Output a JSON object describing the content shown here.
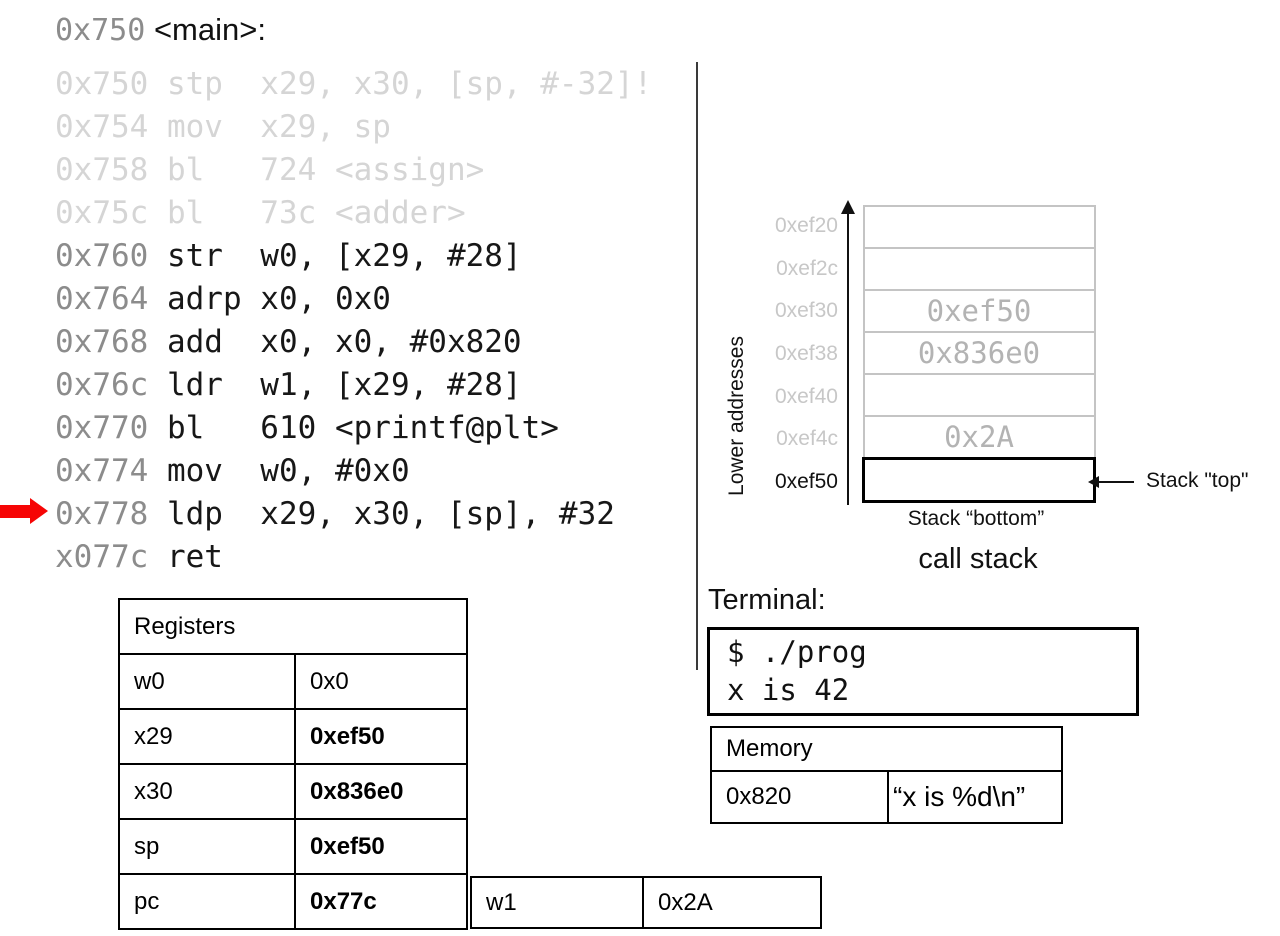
{
  "colors": {
    "muted_line": "#d5d5d5",
    "address_gray": "#8c8c8c",
    "code_black": "#171717",
    "stack_border_gray": "#c4c4c4",
    "stack_value_gray": "#b3b3b3",
    "stack_label_gray": "#c7c7c7",
    "table_header_bg": "#d9d9d9",
    "changed_value_red": "#ff0000",
    "current_arrow_red": "#f60505"
  },
  "icons": {
    "current_instruction_marker": "red-right-arrow",
    "stack_growth_direction": "up-arrow",
    "stack_top_pointer": "left-arrow"
  },
  "code_panel": {
    "title": {
      "address": "0x750",
      "symbol": "<main>:"
    },
    "lines": [
      {
        "address": "0x750",
        "code": "stp  x29, x30, [sp, #-32]!",
        "state": "executed"
      },
      {
        "address": "0x754",
        "code": "mov  x29, sp",
        "state": "executed"
      },
      {
        "address": "0x758",
        "code": "bl   724 <assign>",
        "state": "executed"
      },
      {
        "address": "0x75c",
        "code": "bl   73c <adder>",
        "state": "executed"
      },
      {
        "address": "0x760",
        "code": "str  w0, [x29, #28]",
        "state": "active"
      },
      {
        "address": "0x764",
        "code": "adrp x0, 0x0",
        "state": "active"
      },
      {
        "address": "0x768",
        "code": "add  x0, x0, #0x820",
        "state": "active"
      },
      {
        "address": "0x76c",
        "code": "ldr  w1, [x29, #28]",
        "state": "active"
      },
      {
        "address": "0x770",
        "code": "bl   610 <printf@plt>",
        "state": "active"
      },
      {
        "address": "0x774",
        "code": "mov  w0, #0x0",
        "state": "active"
      },
      {
        "address": "0x778",
        "code": "ldp  x29, x30, [sp], #32",
        "state": "current"
      },
      {
        "address": "x077c",
        "code": "ret",
        "state": "active"
      }
    ],
    "current_line_index": 10
  },
  "stack_panel": {
    "axis_label": "Lower addresses",
    "rows": [
      {
        "label": "0xef20",
        "value": "",
        "label_black": false,
        "active": false
      },
      {
        "label": "0xef2c",
        "value": "",
        "label_black": false,
        "active": false
      },
      {
        "label": "0xef30",
        "value": "0xef50",
        "label_black": false,
        "active": false
      },
      {
        "label": "0xef38",
        "value": "0x836e0",
        "label_black": false,
        "active": false
      },
      {
        "label": "0xef40",
        "value": "",
        "label_black": false,
        "active": false
      },
      {
        "label": "0xef4c",
        "value": "0x2A",
        "label_black": false,
        "active": false
      },
      {
        "label": "0xef50",
        "value": "",
        "label_black": true,
        "active": true
      }
    ],
    "stack_top_label": "Stack \"top\"",
    "stack_bottom_label": "Stack “bottom”",
    "caption": "call stack"
  },
  "registers_table": {
    "header": "Registers",
    "rows": [
      {
        "name": "w0",
        "value": "0x0",
        "changed": false
      },
      {
        "name": "x29",
        "value": "0xef50",
        "changed": true
      },
      {
        "name": "x30",
        "value": "0x836e0",
        "changed": true
      },
      {
        "name": "sp",
        "value": "0xef50",
        "changed": true
      },
      {
        "name": "pc",
        "value": "0x77c",
        "changed": true
      }
    ]
  },
  "w1_cell": {
    "name": "w1",
    "value": "0x2A"
  },
  "terminal": {
    "label": "Terminal:",
    "lines": [
      "$ ./prog",
      "x is 42"
    ]
  },
  "memory_table": {
    "header": "Memory",
    "rows": [
      {
        "address": "0x820",
        "value": "“x is %d\\n”"
      }
    ]
  }
}
